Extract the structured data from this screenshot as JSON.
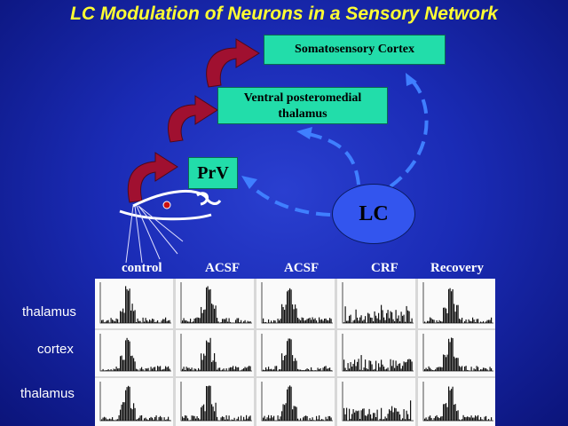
{
  "title": "LC Modulation of Neurons in a Sensory Network",
  "diagram": {
    "somatosensory_cortex": "Somatosensory Cortex",
    "vpm_line1": "Ventral posteromedial",
    "vpm_line2": "thalamus",
    "prv": "PrV",
    "lc": "LC"
  },
  "colors": {
    "background": "#1a2bb5",
    "title": "#ffff33",
    "box_fill": "#22ddaa",
    "lc_fill": "#3355ee",
    "curved_arrow": "#a01030",
    "dashed_arrow": "#3f7fff"
  },
  "columns": [
    "control",
    "ACSF",
    "ACSF",
    "CRF",
    "Recovery"
  ],
  "rows": [
    "thalamus",
    "cortex",
    "thalamus"
  ],
  "column_profiles": [
    "peak",
    "peak",
    "peak",
    "flat",
    "peak"
  ]
}
